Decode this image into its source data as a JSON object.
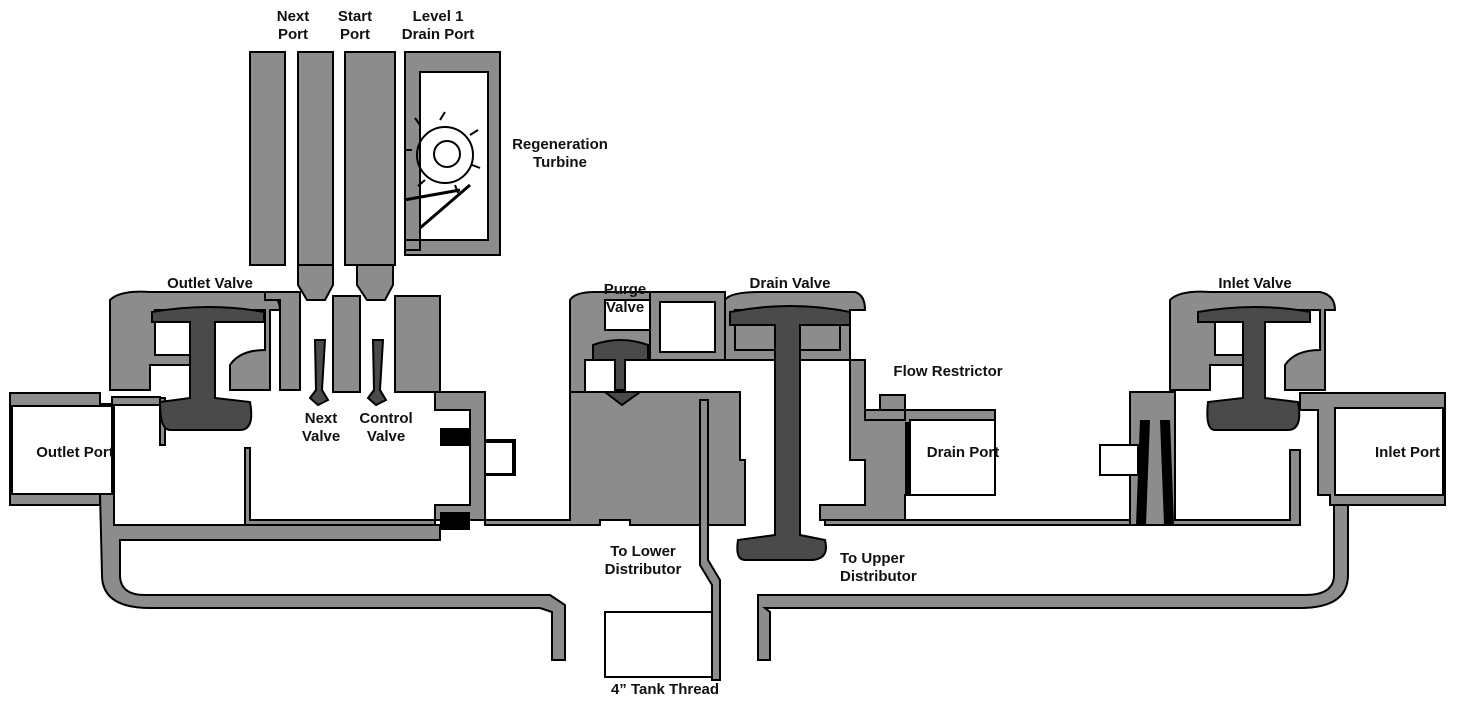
{
  "labels": {
    "next_port": "Next\nPort",
    "start_port": "Start\nPort",
    "level1_drain_port": "Level 1\nDrain Port",
    "regeneration_turbine": "Regeneration\nTurbine",
    "outlet_valve": "Outlet Valve",
    "purge_valve": "Purge\nValve",
    "drain_valve": "Drain Valve",
    "inlet_valve": "Inlet Valve",
    "flow_restrictor": "Flow Restrictor",
    "outlet_port": "Outlet Port",
    "drain_port": "Drain Port",
    "inlet_port": "Inlet Port",
    "next_valve": "Next\nValve",
    "control_valve": "Control\nValve",
    "to_lower_distributor": "To Lower\nDistributor",
    "to_upper_distributor": "To Upper\nDistributor",
    "tank_thread": "4” Tank Thread"
  },
  "colors": {
    "wall": "#8c8c8c",
    "piston": "#4a4a4a",
    "outline": "#000000",
    "seal": "#000000"
  }
}
